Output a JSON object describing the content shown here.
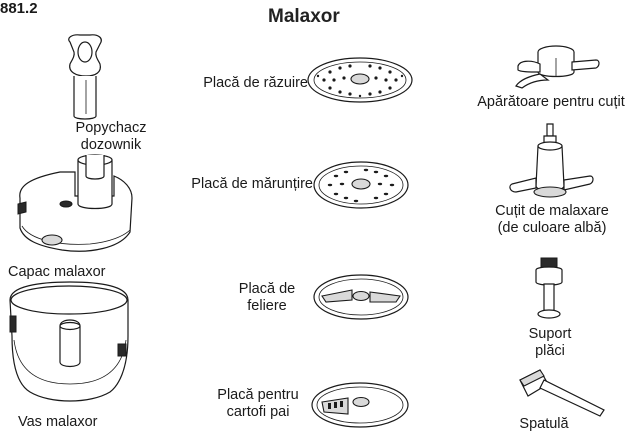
{
  "page_number": "881.2",
  "title": "Malaxor",
  "parts": {
    "pusher": [
      "Popychacz",
      "dozownik"
    ],
    "lid": "Capac malaxor",
    "bowl": "Vas malaxor",
    "grating_disc": "Placă de răzuire",
    "shredding_disc": "Placă de mărunțire",
    "slicing_disc": [
      "Placă de",
      "feliere"
    ],
    "chips_disc": [
      "Placă pentru",
      "cartofi pai"
    ],
    "blade_guard": "Apărătoare pentru cuțit",
    "kneading_blade": [
      "Cuțit de malaxare",
      "(de culoare albă)"
    ],
    "disc_holder": [
      "Suport",
      "plăci"
    ],
    "spatula": "Spatulă"
  }
}
